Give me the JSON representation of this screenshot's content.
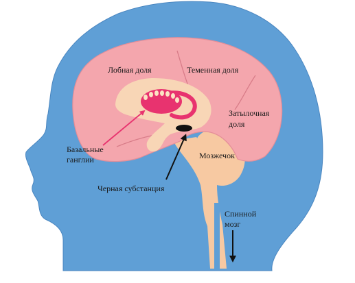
{
  "labels": {
    "frontal_lobe": "Лобная доля",
    "parietal_lobe": "Теменная доля",
    "occipital_lobe_line1": "Затылочная",
    "occipital_lobe_line2": "доля",
    "basal_ganglia_line1": "Базальные",
    "basal_ganglia_line2": "ганглии",
    "cerebellum": "Мозжечок",
    "substantia_nigra": "Черная субстанция",
    "spinal_cord_line1": "Спинной",
    "spinal_cord_line2": "мозг"
  },
  "colors": {
    "head": "#5f9fd6",
    "head_edge": "#4a86c0",
    "brain": "#f4a6ad",
    "brain_edge": "#e48e98",
    "inner_region": "#f8d6b6",
    "brainstem": "#f7c9a2",
    "basal_ganglia": "#e8336f",
    "substantia_nigra": "#111111",
    "arrow_pink": "#e8336f",
    "arrow_black": "#111111"
  }
}
